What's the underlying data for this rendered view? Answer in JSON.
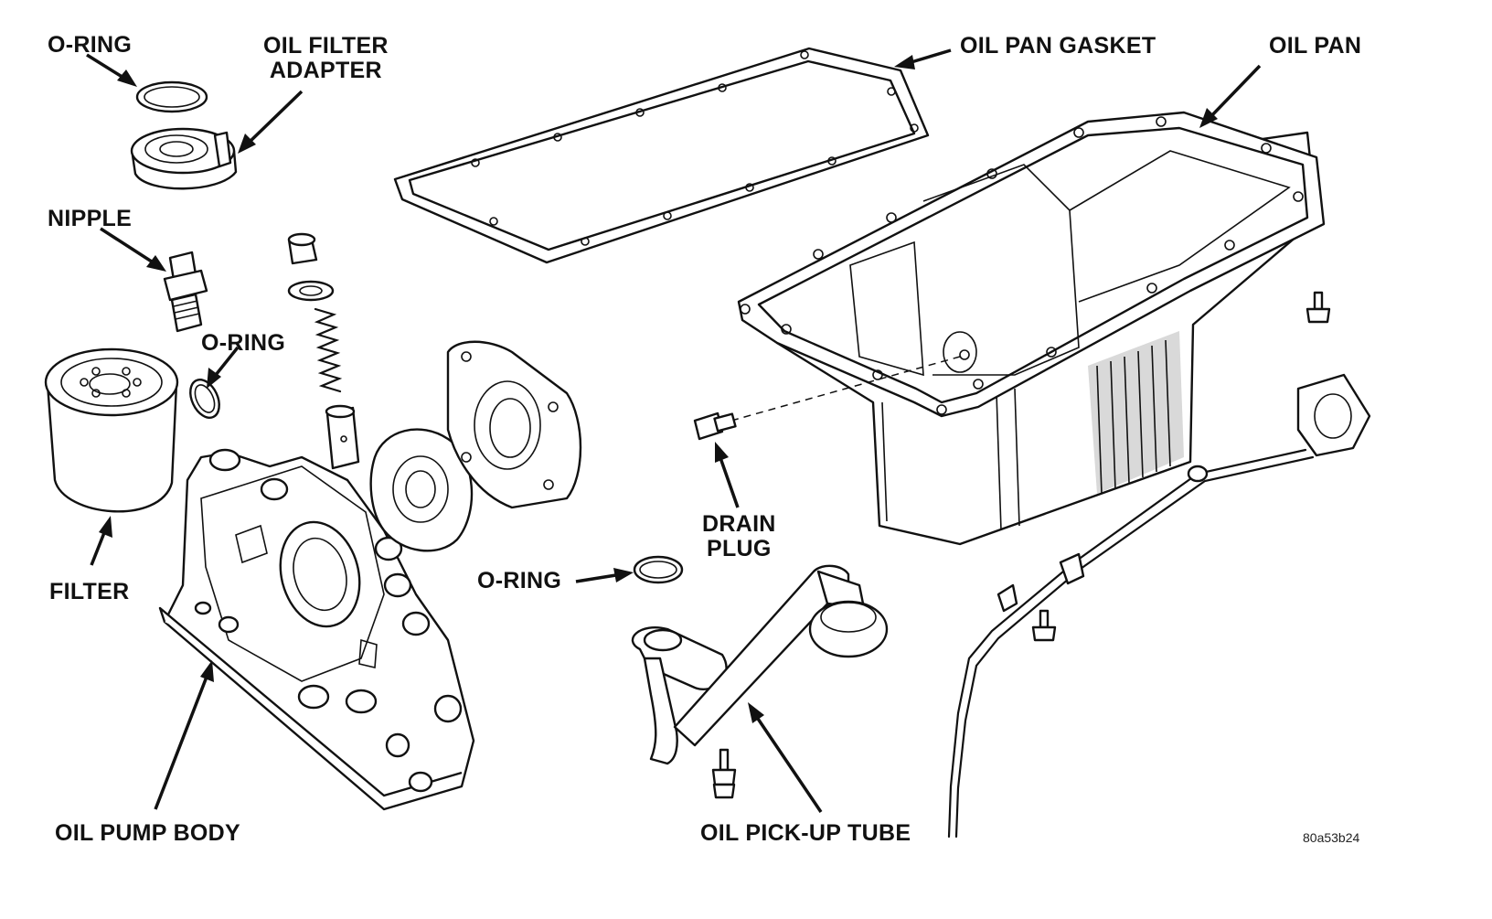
{
  "labels": {
    "o_ring_top": "O-RING",
    "oil_filter_adapter_1": "OIL FILTER",
    "oil_filter_adapter_2": "ADAPTER",
    "nipple": "NIPPLE",
    "o_ring_mid": "O-RING",
    "filter": "FILTER",
    "oil_pump_body": "OIL PUMP BODY",
    "oil_pan_gasket": "OIL PAN GASKET",
    "oil_pan": "OIL PAN",
    "drain_plug_1": "DRAIN",
    "drain_plug_2": "PLUG",
    "o_ring_pickup": "O-RING",
    "oil_pickup_tube": "OIL PICK-UP TUBE"
  },
  "figure_code": "80a53b24"
}
